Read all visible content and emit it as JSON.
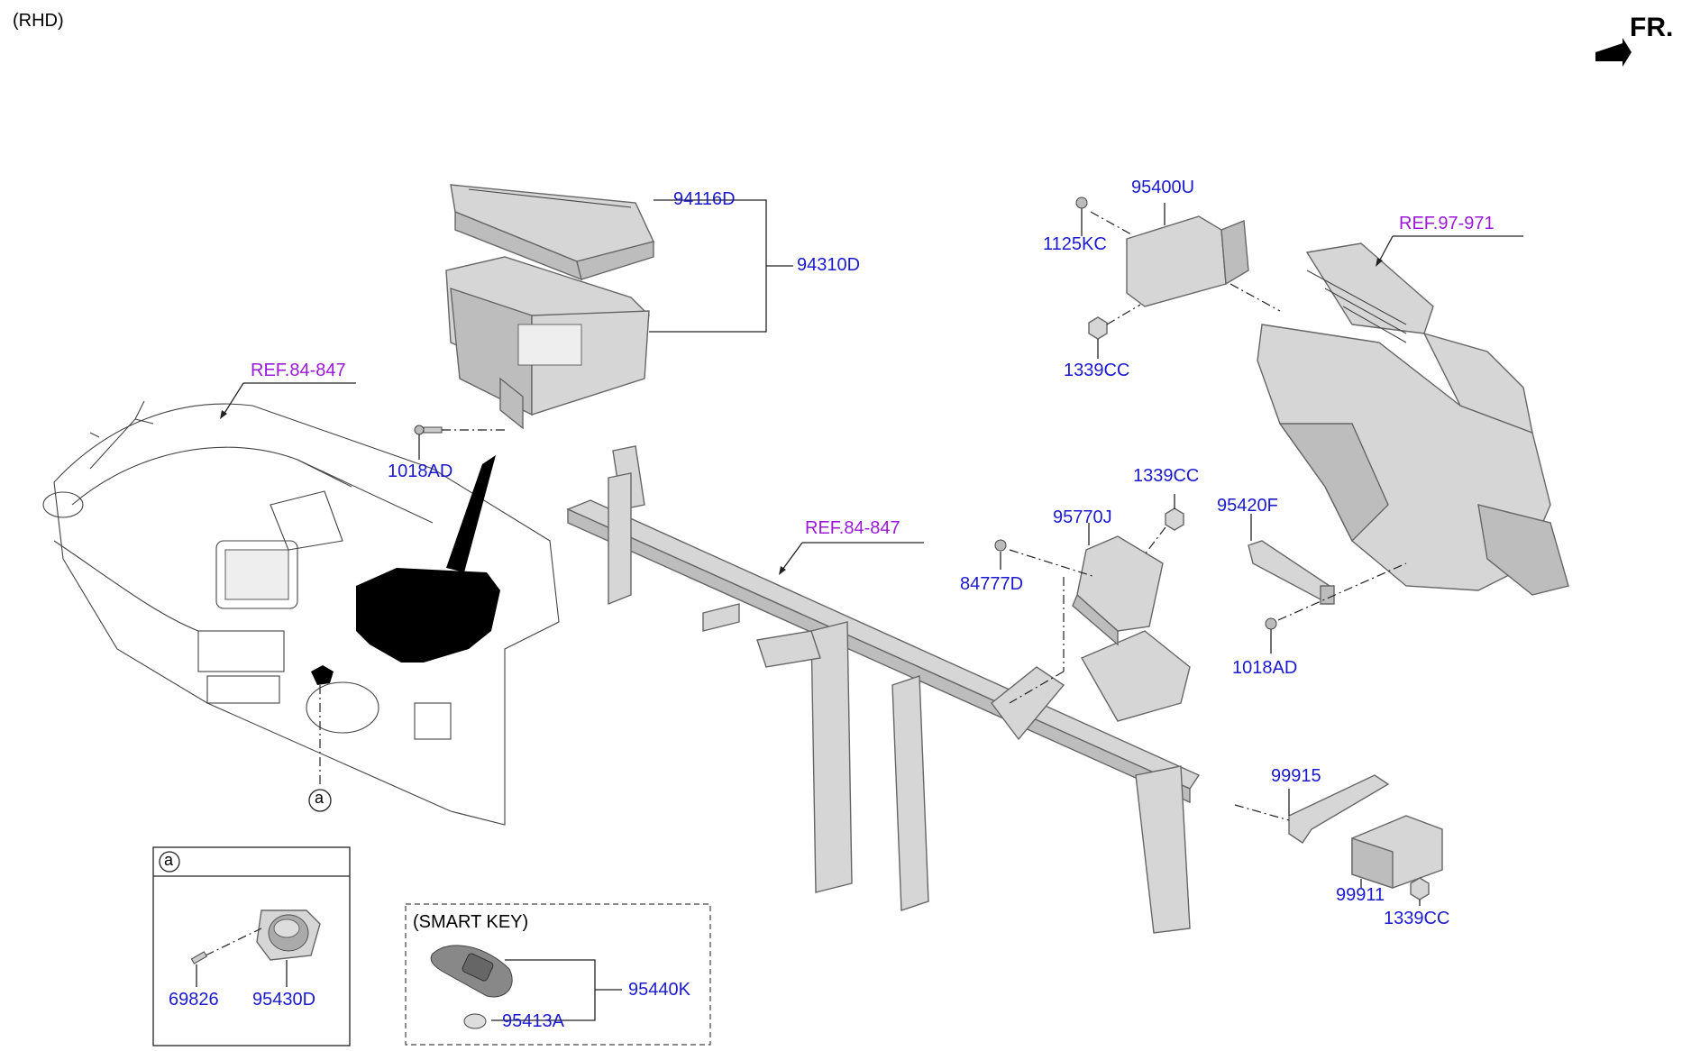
{
  "header": {
    "variant": "(RHD)",
    "direction": "FR."
  },
  "refs": {
    "dash_panel": "REF.84-847",
    "crossbar": "REF.84-847",
    "hvac": "REF.97-971"
  },
  "parts": {
    "p94116D": "94116D",
    "p94310D": "94310D",
    "p1018AD_left": "1018AD",
    "p95400U": "95400U",
    "p1125KC": "1125KC",
    "p1339CC_top": "1339CC",
    "p1339CC_mid": "1339CC",
    "p95770J": "95770J",
    "p84777D": "84777D",
    "p95420F": "95420F",
    "p1018AD_right": "1018AD",
    "p99915": "99915",
    "p99911": "99911",
    "p1339CC_bottom": "1339CC",
    "p69826": "69826",
    "p95430D": "95430D",
    "p95440K": "95440K",
    "p95413A": "95413A"
  },
  "detail_a": {
    "marker": "a",
    "box_marker": "a"
  },
  "smart_key_box": {
    "title": "(SMART KEY)"
  },
  "colors": {
    "part_no": "#1a1acc",
    "reference": "#9a1ad6",
    "line": "#222222"
  }
}
